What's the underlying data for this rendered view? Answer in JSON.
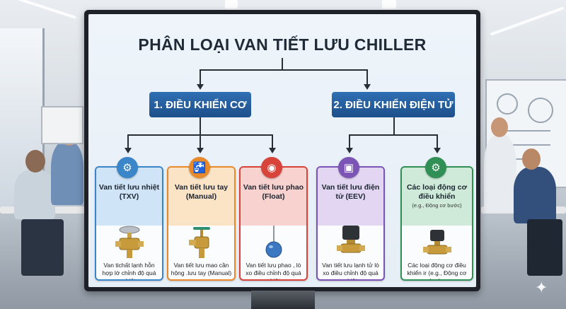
{
  "title": "PHÂN LOẠI VAN TIẾT LƯU CHILLER",
  "categories": [
    {
      "label": "1. ĐIỀU KHIỂN CƠ"
    },
    {
      "label": "2. ĐIỀU KHIỂN ĐIỆN TỬ"
    }
  ],
  "cards": [
    {
      "icon": "gear-icon",
      "title": "Van tiết lưu nhiệt (TXV)",
      "subtitle": "",
      "desc": "Van tichất lạnh hỗn hợp lờ chỉnh độ quá nhiệt",
      "color": "#3a86c8",
      "head": "#cfe4f6"
    },
    {
      "icon": "faucet-icon",
      "title": "Van tiết lưu tay (Manual)",
      "subtitle": "",
      "desc": "Van tiết lưu mao cần hộng .lưu tay (Manual)",
      "color": "#e8892b",
      "head": "#fbe3c6"
    },
    {
      "icon": "float-icon",
      "title": "Van tiết lưu phao (Float)",
      "subtitle": "",
      "desc": "Van tiết lưu phao , lò xo điều chỉnh độ quá nhiệt",
      "color": "#d8433a",
      "head": "#f7d2cf"
    },
    {
      "icon": "chip-icon",
      "title": "Van tiết lưu điện tử (EEV)",
      "subtitle": "",
      "desc": "Van tiết lưu lạnh tử lò xo điều chỉnh độ quá nhiệt",
      "color": "#7b54b5",
      "head": "#e2d6f2"
    },
    {
      "icon": "cog-icon",
      "title": "Các loại động cơ điều khiển",
      "subtitle": "(e.g., Động cơ bước)",
      "desc": "Các loại động cơ điều khiển ir (e.g., Động cơ bước",
      "color": "#2f8f55",
      "head": "#cfead8"
    }
  ],
  "colors": {
    "category_blue": "#1d4f8a",
    "accent_txv": "#3a86c8",
    "accent_manual": "#e8892b",
    "accent_float": "#d8433a",
    "accent_eev": "#7b54b5",
    "accent_motor": "#2f8f55"
  }
}
